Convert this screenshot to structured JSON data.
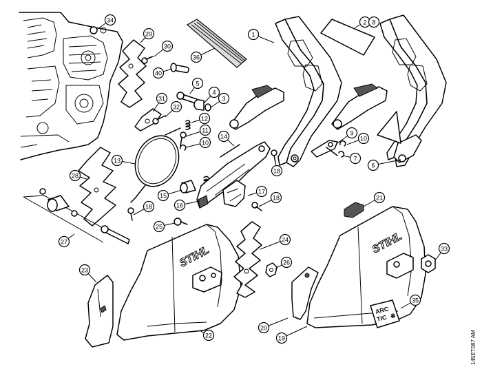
{
  "callouts": [
    {
      "label": "34"
    },
    {
      "label": "29"
    },
    {
      "label": "30"
    },
    {
      "label": "36"
    },
    {
      "label": "1"
    },
    {
      "label": "2"
    },
    {
      "label": "8"
    },
    {
      "label": "40"
    },
    {
      "label": "5"
    },
    {
      "label": "4"
    },
    {
      "label": "3"
    },
    {
      "label": "31"
    },
    {
      "label": "32"
    },
    {
      "label": "12"
    },
    {
      "label": "11"
    },
    {
      "label": "10"
    },
    {
      "label": "14"
    },
    {
      "label": "9"
    },
    {
      "label": "10"
    },
    {
      "label": "7"
    },
    {
      "label": "6"
    },
    {
      "label": "13"
    },
    {
      "label": "18"
    },
    {
      "label": "28"
    },
    {
      "label": "15"
    },
    {
      "label": "16"
    },
    {
      "label": "17"
    },
    {
      "label": "18"
    },
    {
      "label": "21"
    },
    {
      "label": "18"
    },
    {
      "label": "25"
    },
    {
      "label": "27"
    },
    {
      "label": "24"
    },
    {
      "label": "33"
    },
    {
      "label": "23"
    },
    {
      "label": "26"
    },
    {
      "label": "35"
    },
    {
      "label": "20"
    },
    {
      "label": "22"
    },
    {
      "label": "19"
    }
  ],
  "brand_text": [
    "STIHL",
    "STIHL"
  ],
  "decal": {
    "line1": "ARC",
    "line2": "TIC"
  },
  "drawing_code": "145ET087 AM"
}
